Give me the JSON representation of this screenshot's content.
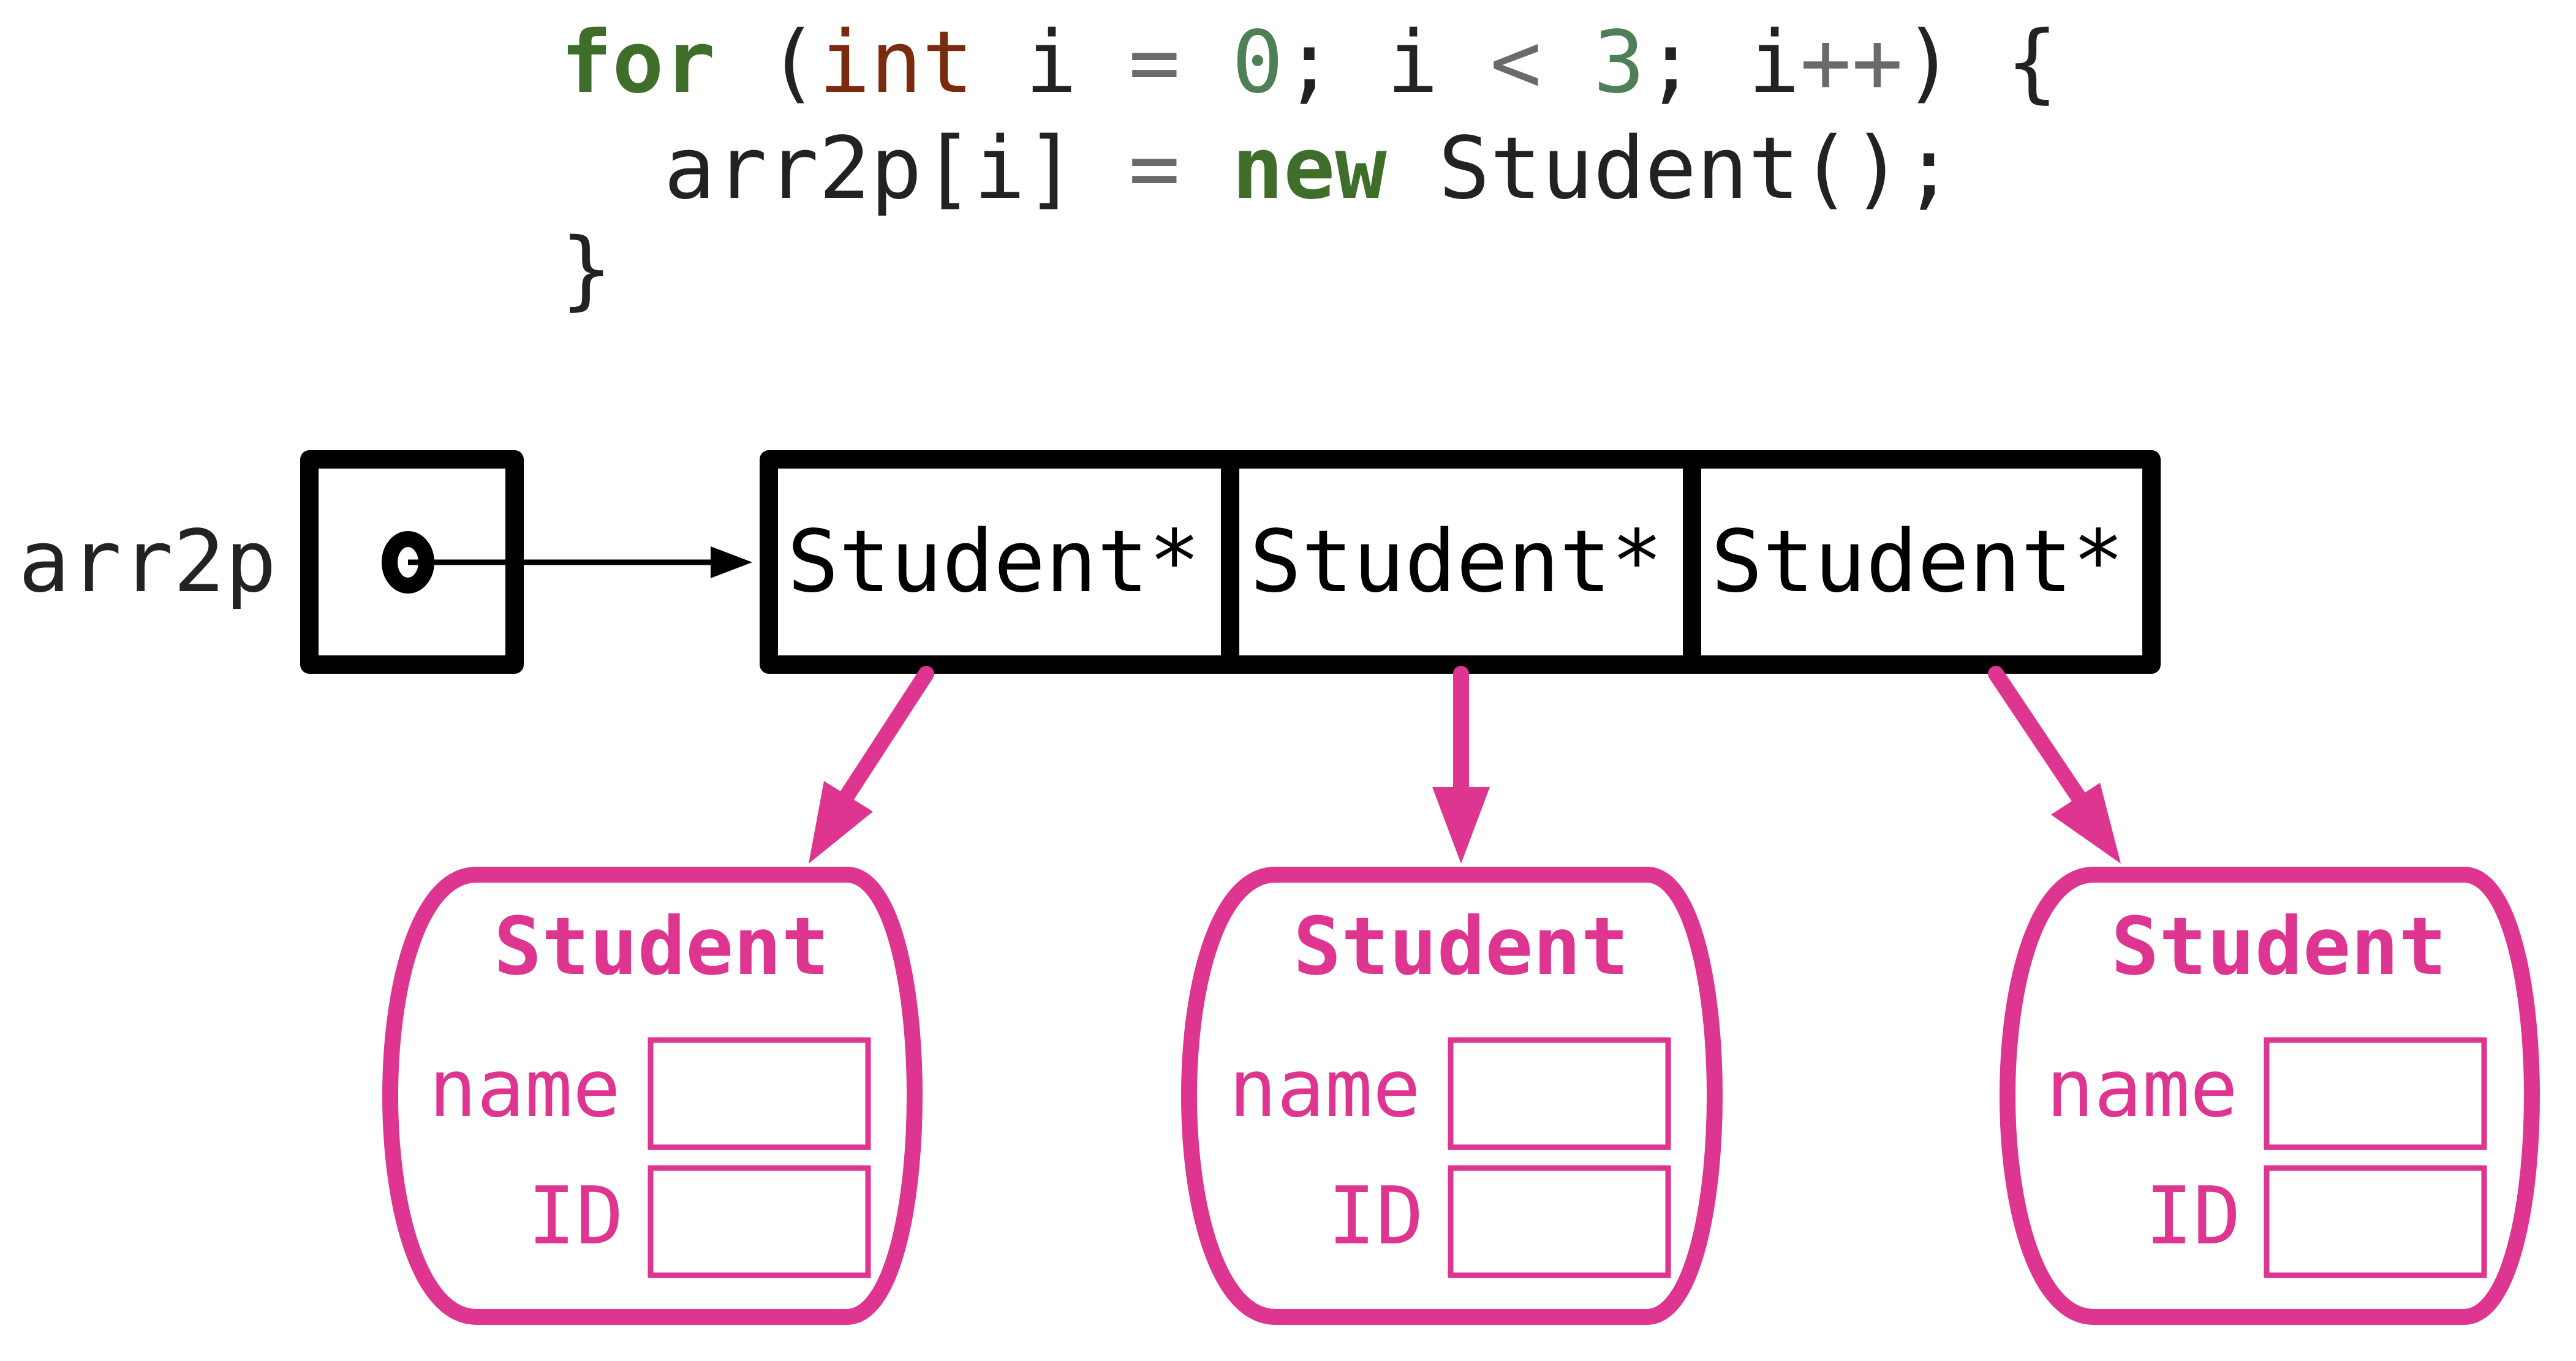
{
  "code": {
    "line1": {
      "kw_for": "for",
      "paren_open": " (",
      "kw_int": "int",
      "var_i1": " i ",
      "op_eq": "=",
      "num_0": " 0",
      "semi1": "; i ",
      "op_lt": "<",
      "num_3": " 3",
      "semi2": "; i",
      "op_inc": "++",
      "close": ") {"
    },
    "line2": {
      "lhs": "  arr2p[i] ",
      "op_eq": "=",
      "kw_new": " new",
      "rhs": " Student();"
    },
    "line3": "}"
  },
  "pointer_label": "arr2p",
  "array_cells": [
    "Student*",
    "Student*",
    "Student*"
  ],
  "students": [
    {
      "title": "Student",
      "field1": "name",
      "field2": "ID"
    },
    {
      "title": "Student",
      "field1": "name",
      "field2": "ID"
    },
    {
      "title": "Student",
      "field1": "name",
      "field2": "ID"
    }
  ],
  "colors": {
    "keyword": "#3f6d2a",
    "type": "#7a2a0f",
    "operator": "#6a6a6a",
    "number": "#4f7f57",
    "text": "#222222",
    "heap": "#dd3590",
    "stack": "#000000"
  }
}
